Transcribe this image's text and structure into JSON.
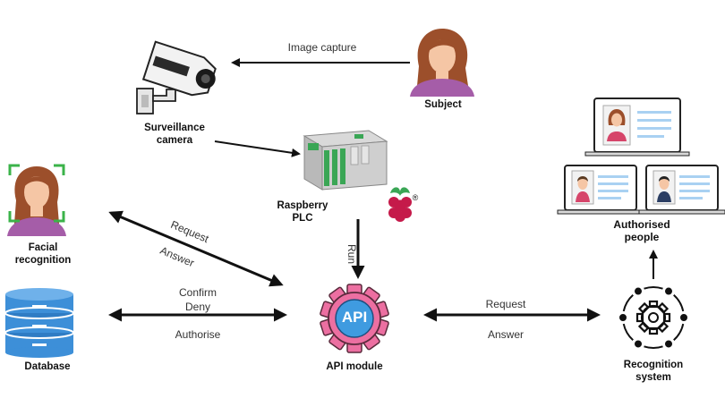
{
  "nodes": {
    "camera": {
      "line1": "Surveillance",
      "line2": "camera"
    },
    "subject": {
      "label": "Subject"
    },
    "plc": {
      "line1": "Raspberry",
      "line2": "PLC",
      "mark": "®"
    },
    "facial": {
      "line1": "Facial",
      "line2": "recognition"
    },
    "database": {
      "label": "Database"
    },
    "api": {
      "label": "API module",
      "gear_text": "API"
    },
    "authorised": {
      "line1": "Authorised",
      "line2": "people"
    },
    "recognition": {
      "line1": "Recognition",
      "line2": "system"
    }
  },
  "edges": {
    "image_capture": "Image capture",
    "run": "Run",
    "facial_request": "Request",
    "facial_answer": "Answer",
    "db_confirm": "Confirm",
    "db_deny": "Deny",
    "db_authorise": "Authorise",
    "rec_request": "Request",
    "rec_answer": "Answer"
  },
  "colors": {
    "gear": "#ec6fa1",
    "gear_inner": "#3f9be0",
    "database": "#3d8fd8",
    "focus_frame": "#3bb34a",
    "raspberry": "#c51a4a",
    "skin": "#f5c6a5",
    "hair": "#9c4f2b",
    "shirt": "#a55da8"
  }
}
